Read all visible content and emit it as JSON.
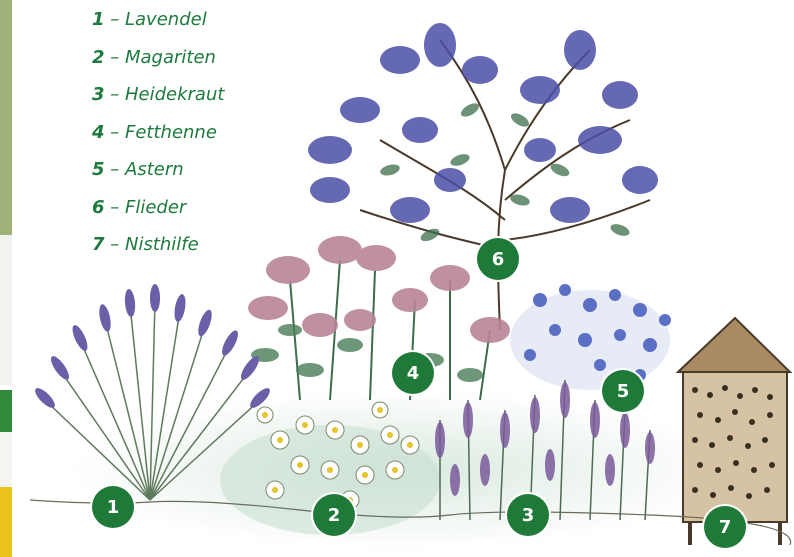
{
  "legend": [
    {
      "number": "1",
      "separator": "–",
      "label": "Lavendel"
    },
    {
      "number": "2",
      "separator": "–",
      "label": "Magariten"
    },
    {
      "number": "3",
      "separator": "–",
      "label": "Heidekraut"
    },
    {
      "number": "4",
      "separator": "–",
      "label": "Fetthenne"
    },
    {
      "number": "5",
      "separator": "–",
      "label": "Astern"
    },
    {
      "number": "6",
      "separator": "–",
      "label": "Flieder"
    },
    {
      "number": "7",
      "separator": "–",
      "label": "Nisthilfe"
    }
  ],
  "markers": [
    "1",
    "2",
    "3",
    "4",
    "5",
    "6",
    "7"
  ],
  "colors": {
    "marker_green": "#1f7a3a",
    "legend_green": "#1e7a3e",
    "lavender": "#6b5fa8",
    "lilac": "#4b4fa6",
    "sedum_pink": "#b98497",
    "aster_blue": "#5b6fc4",
    "heather_purple": "#7a5a9a",
    "leaf_green": "#3d6e4c",
    "hotel_brown": "#8a6a47"
  }
}
